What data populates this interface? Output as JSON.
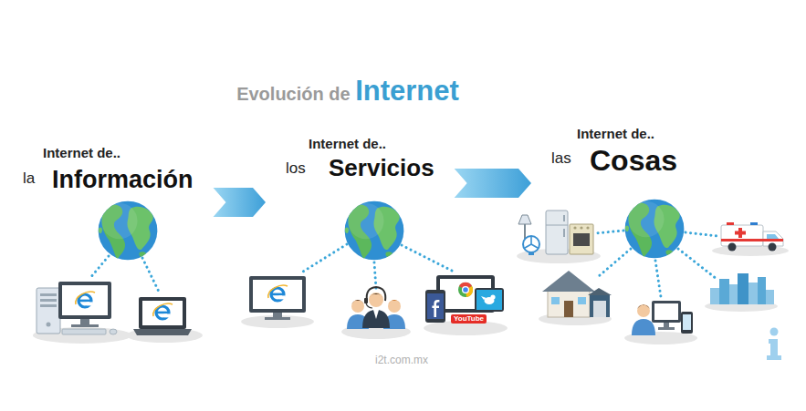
{
  "diagram": {
    "title": "Evolución de Internet",
    "nodes": [
      {
        "text": [
          "Internet de..",
          "la",
          "Información"
        ]
      },
      {
        "text": [
          "Internet de..",
          "los",
          "Servicios"
        ]
      },
      {
        "text": [
          "Internet de..",
          "las",
          "Cosas"
        ]
      }
    ],
    "edges": [
      {
        "from": 0,
        "to": 1,
        "arrow": "to"
      },
      {
        "from": 1,
        "to": 2,
        "arrow": "to"
      }
    ],
    "labels": [
      "YouTube",
      "i2t.com.mx"
    ]
  }
}
